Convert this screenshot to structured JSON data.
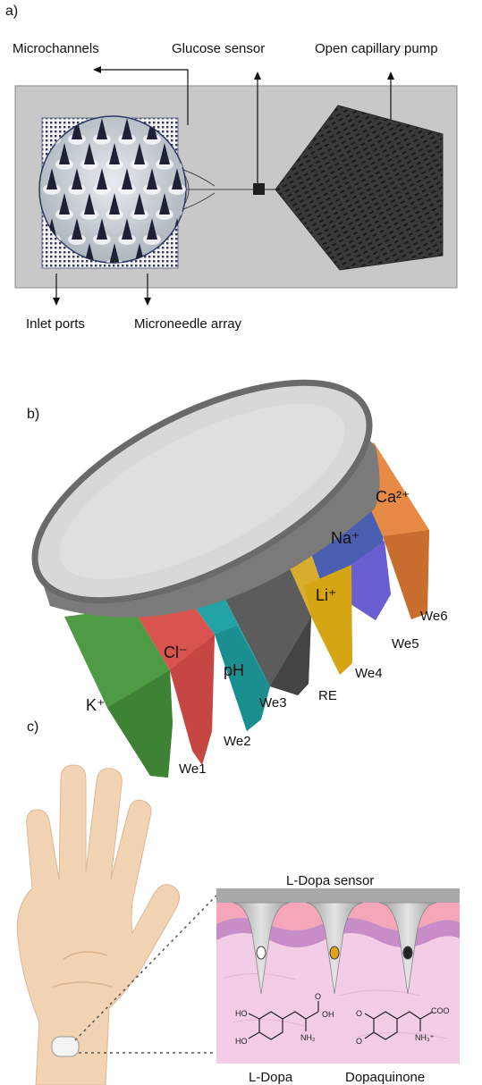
{
  "panel_a": {
    "letter": "a)",
    "labels": {
      "microchannels": "Microchannels",
      "glucose_sensor": "Glucose sensor",
      "open_capillary_pump": "Open capillary pump",
      "inlet_ports": "Inlet ports",
      "microneedle_array": "Microneedle array"
    }
  },
  "panel_b": {
    "letter": "b)",
    "ions": {
      "k": "K⁺",
      "cl": "Cl⁻",
      "ph": "pH",
      "li": "Li⁺",
      "na": "Na⁺",
      "ca": "Ca²⁺"
    },
    "electrodes": {
      "we1": "We1",
      "we2": "We2",
      "we3": "We3",
      "re": "RE",
      "we4": "We4",
      "we5": "We5",
      "we6": "We6"
    },
    "colors": {
      "k": "#4f9a45",
      "cl": "#d9534f",
      "ph": "#22a3a5",
      "re": "#5c5c5c",
      "li": "#d6a514",
      "na": "#4b5fb0",
      "ca": "#e68a45",
      "disc": "#d8d8d8",
      "rim": "#6a6a6a"
    }
  },
  "panel_c": {
    "letter": "c)",
    "sensor_title": "L-Dopa sensor",
    "molecule_left": "L-Dopa",
    "molecule_right": "Dopaquinone",
    "chem": {
      "ho_top": "HO",
      "ho_bottom": "HO",
      "oh": "OH",
      "o_carbonyl": "O",
      "nh2": "NH₂",
      "o_top": "O",
      "o_bottom": "O",
      "coo": "COO",
      "nh3": "NH₃⁺"
    },
    "colors": {
      "skin": "#f2d3b3",
      "skin_tissue": "#f3cde6",
      "dermis": "#c88dc8",
      "needle": "#bdbdbd"
    }
  }
}
